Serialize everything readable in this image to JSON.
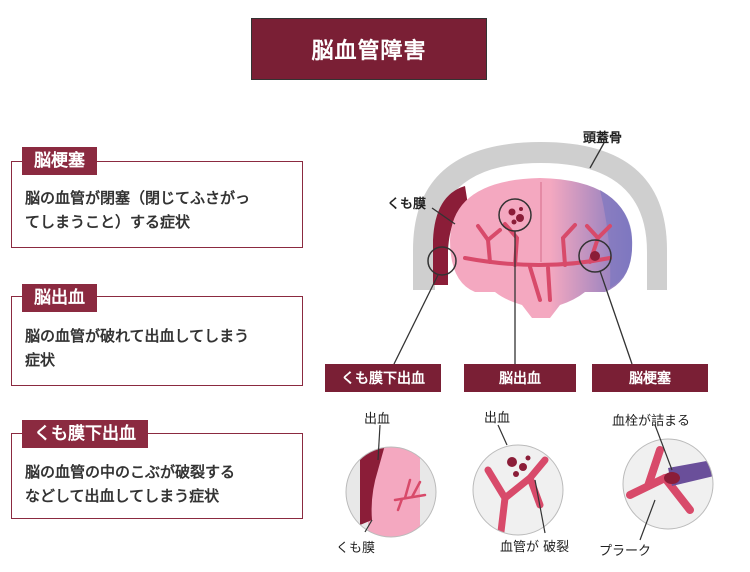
{
  "title": "脳血管障害",
  "definitions": [
    {
      "label": "脳梗塞",
      "text_lines": [
        "脳の血管が閉塞（閉じてふさがっ",
        "てしまうこと）する症状"
      ]
    },
    {
      "label": "脳出血",
      "text_lines": [
        "脳の血管が破れて出血してしまう",
        "症状"
      ]
    },
    {
      "label": "くも膜下出血",
      "text_lines": [
        "脳の血管の中のこぶが破裂する",
        "などして出血してしまう症状"
      ]
    }
  ],
  "brain_labels": {
    "skull": "頭蓋骨",
    "arachnoid": "くも膜"
  },
  "categories": [
    "くも膜下出血",
    "脳出血",
    "脳梗塞"
  ],
  "detail_labels": {
    "sah_bleed": "出血",
    "sah_arachnoid": "くも膜",
    "ich_bleed": "出血",
    "ich_rupture": "血管が 破裂",
    "inf_clot": "血栓が詰まる",
    "inf_plaque": "プラーク"
  },
  "colors": {
    "maroon": "#7a1f35",
    "brain": "#f4a8c0",
    "vessel": "#d84a6a",
    "skull": "#cfcfcf",
    "infarct": "#8e86c8"
  }
}
